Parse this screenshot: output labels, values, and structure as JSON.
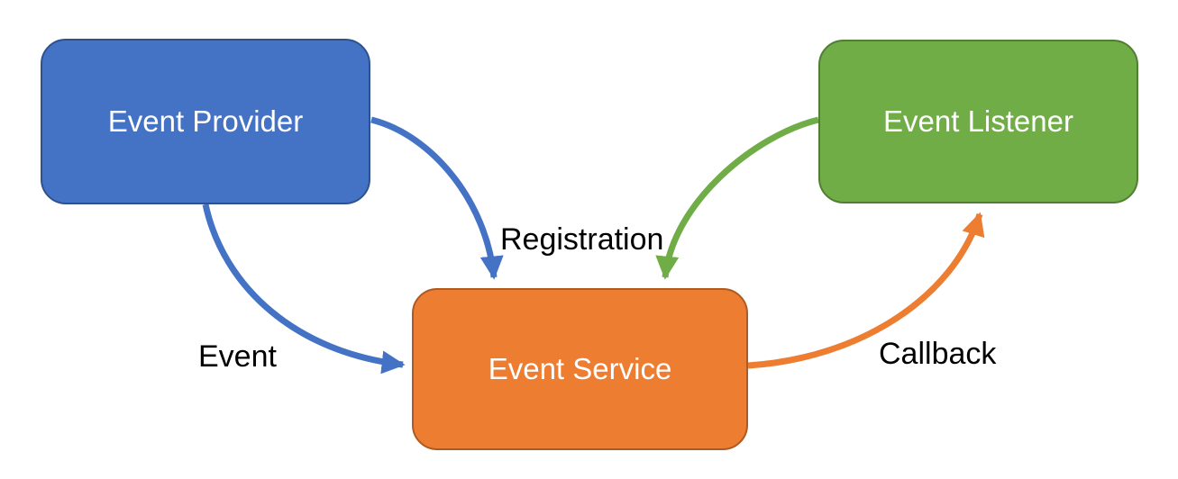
{
  "diagram": {
    "background": "#FFFFFF",
    "label_color": "#000000",
    "nodes": [
      {
        "id": "event-provider",
        "label": "Event Provider",
        "fill": "#4472C4",
        "border": "#2F528F",
        "text_color": "#FFFFFF"
      },
      {
        "id": "event-listener",
        "label": "Event Listener",
        "fill": "#70AD47",
        "border": "#507E32",
        "text_color": "#FFFFFF"
      },
      {
        "id": "event-service",
        "label": "Event Service",
        "fill": "#ED7D31",
        "border": "#AE5A21",
        "text_color": "#FFFFFF"
      }
    ],
    "edges": [
      {
        "id": "provider-registration",
        "from": "event-provider",
        "to": "event-service",
        "label": "Registration",
        "color": "#4472C4"
      },
      {
        "id": "listener-registration",
        "from": "event-listener",
        "to": "event-service",
        "label": "Registration",
        "color": "#70AD47"
      },
      {
        "id": "provider-event",
        "from": "event-provider",
        "to": "event-service",
        "label": "Event",
        "color": "#4472C4"
      },
      {
        "id": "service-callback",
        "from": "event-service",
        "to": "event-listener",
        "label": "Callback",
        "color": "#ED7D31"
      }
    ],
    "labels": {
      "registration": "Registration",
      "event": "Event",
      "callback": "Callback"
    }
  }
}
